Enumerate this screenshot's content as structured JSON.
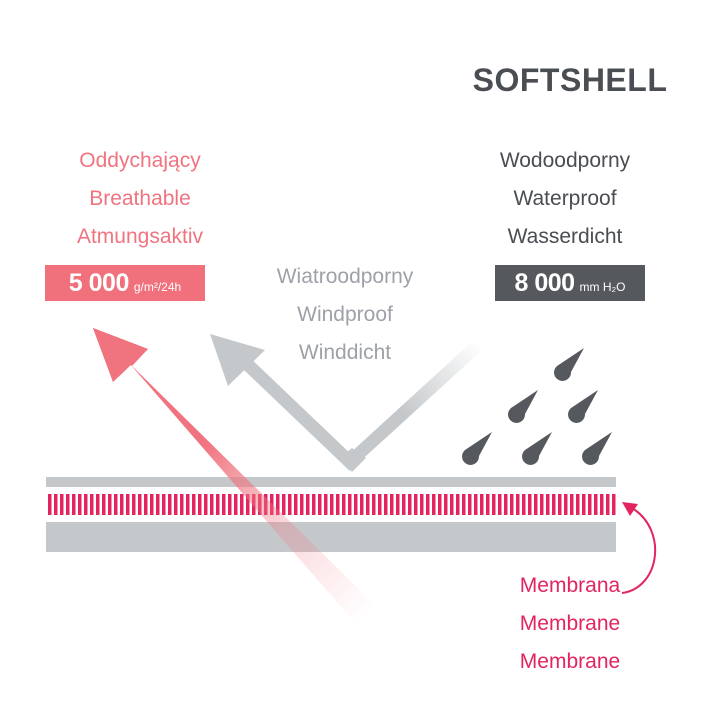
{
  "title": "SOFTSHELL",
  "breathable": {
    "lines": [
      "Oddychający",
      "Breathable",
      "Atmungsaktiv"
    ],
    "value": "5 000",
    "unit": "g/m²/24h",
    "color": "#f07480",
    "badge_color": "#f0707c"
  },
  "waterproof": {
    "lines": [
      "Wodoodporny",
      "Waterproof",
      "Wasserdicht"
    ],
    "value": "8 000",
    "unit": "mm H₂O",
    "color": "#4a4d52",
    "badge_color": "#55585d"
  },
  "windproof": {
    "lines": [
      "Wiatroodporny",
      "Windproof",
      "Winddicht"
    ],
    "color": "#9ea2a8"
  },
  "membrane": {
    "lines": [
      "Membrana",
      "Membrane",
      "Membrane"
    ],
    "color": "#e3245f"
  },
  "layer_colors": {
    "outer": "#c5c8cb",
    "membrane": "#e3245f"
  }
}
